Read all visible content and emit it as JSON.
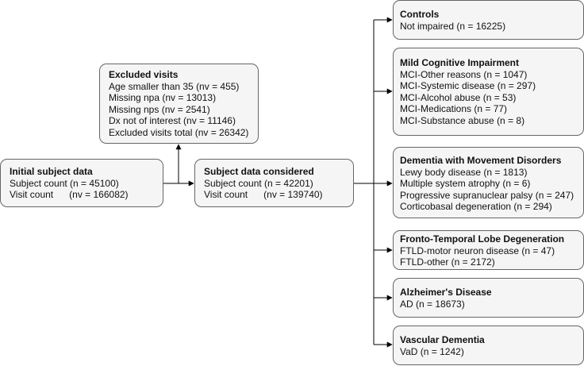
{
  "colors": {
    "box_fill": "#f5f5f5",
    "box_border": "#666666",
    "connector": "#000000"
  },
  "excluded": {
    "title": "Excluded visits",
    "lines": [
      "Age smaller than 35 (nv = 455)",
      "Missing npa (nv = 13013)",
      "Missing nps (nv = 2541)",
      "Dx not of interest (nv = 11146)",
      "Excluded visits total (nv = 26342)"
    ]
  },
  "initial": {
    "title": "Initial subject data",
    "lines": [
      "Subject count (n = 45100)",
      "Visit count      (nv = 166082)"
    ]
  },
  "considered": {
    "title": "Subject data considered",
    "lines": [
      "Subject count (n = 42201)",
      "Visit count      (nv = 139740)"
    ]
  },
  "controls": {
    "title": "Controls",
    "lines": [
      "Not impaired (n = 16225)"
    ]
  },
  "mci": {
    "title": "Mild Cognitive Impairment",
    "lines": [
      "MCI-Other reasons (n = 1047)",
      "MCI-Systemic disease (n = 297)",
      "MCI-Alcohol abuse (n = 53)",
      "MCI-Medications (n = 77)",
      "MCI-Substance abuse (n = 8)"
    ]
  },
  "dmd": {
    "title": "Dementia with Movement Disorders",
    "lines": [
      "Lewy body disease (n = 1813)",
      "Multiple system atrophy (n = 6)",
      "Progressive supranuclear palsy (n = 247)",
      "Corticobasal degeneration (n = 294)"
    ]
  },
  "ftld": {
    "title": "Fronto-Temporal Lobe Degeneration",
    "lines": [
      "FTLD-motor neuron disease (n = 47)",
      "FTLD-other (n = 2172)"
    ]
  },
  "ad": {
    "title": "Alzheimer's Disease",
    "lines": [
      "AD (n = 18673)"
    ]
  },
  "vad": {
    "title": "Vascular Dementia",
    "lines": [
      "VaD (n = 1242)"
    ]
  }
}
